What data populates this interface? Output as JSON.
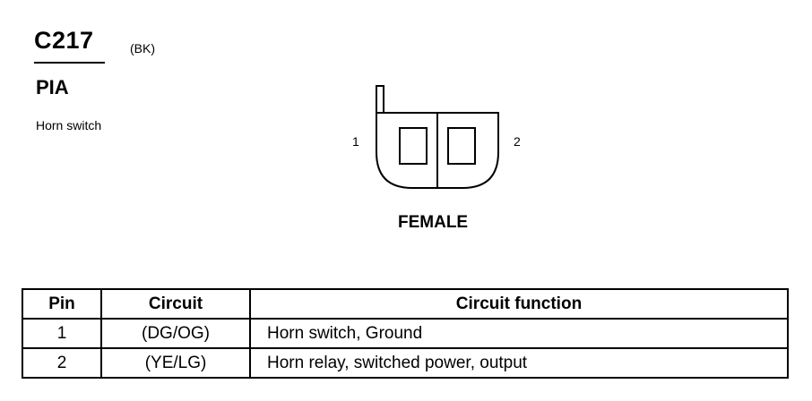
{
  "connector": {
    "id": "C217",
    "color_code": "(BK)",
    "location": "PIA",
    "description": "Horn switch"
  },
  "diagram": {
    "pin_left": "1",
    "pin_right": "2",
    "gender": "FEMALE"
  },
  "table": {
    "headers": [
      "Pin",
      "Circuit",
      "Circuit function"
    ],
    "rows": [
      {
        "pin": "1",
        "circuit": "(DG/OG)",
        "function": "Horn switch, Ground"
      },
      {
        "pin": "2",
        "circuit": "(YE/LG)",
        "function": "Horn relay, switched power, output"
      }
    ]
  }
}
